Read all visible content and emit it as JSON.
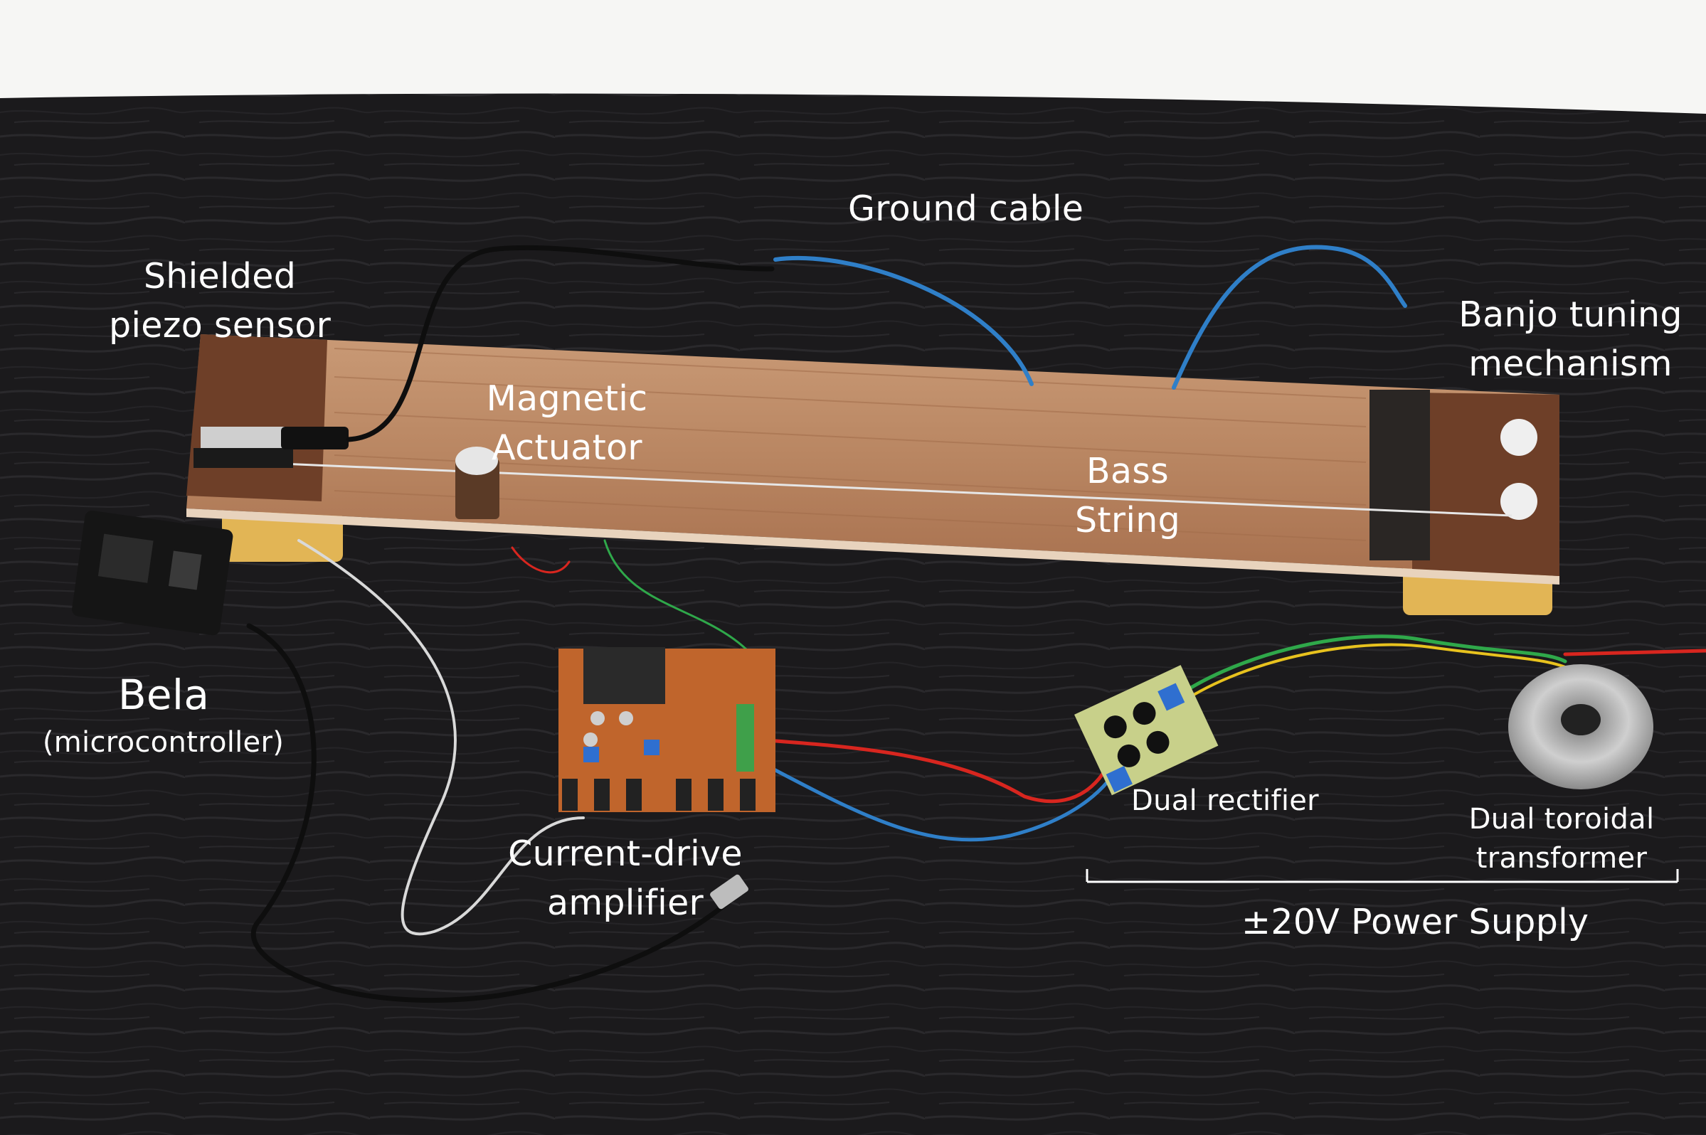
{
  "labels": {
    "ground_cable": "Ground cable",
    "shielded_piezo": [
      "Shielded",
      "piezo sensor"
    ],
    "banjo_tuning": [
      "Banjo tuning",
      "mechanism"
    ],
    "magnetic_actuator": [
      "Magnetic",
      "Actuator"
    ],
    "bass_string": [
      "Bass",
      "String"
    ],
    "bela": "Bela",
    "bela_sub": "(microcontroller)",
    "current_drive": [
      "Current-drive",
      "amplifier"
    ],
    "dual_rectifier": "Dual rectifier",
    "dual_toroidal": [
      "Dual toroidal",
      "transformer"
    ],
    "power_supply": "±20V Power Supply"
  },
  "colors": {
    "wall": "#f6f6f4",
    "table": "#1b1a1c",
    "wood": "#b98662",
    "wood_end": "#6e3f28",
    "pcb": "#c0652c",
    "label_text": "#ffffff",
    "cable_blue": "#2f7fc8",
    "cable_red": "#d8261f",
    "cable_green": "#2fa84a",
    "cable_yellow": "#e8c21e",
    "sponge": "#e2b555"
  }
}
